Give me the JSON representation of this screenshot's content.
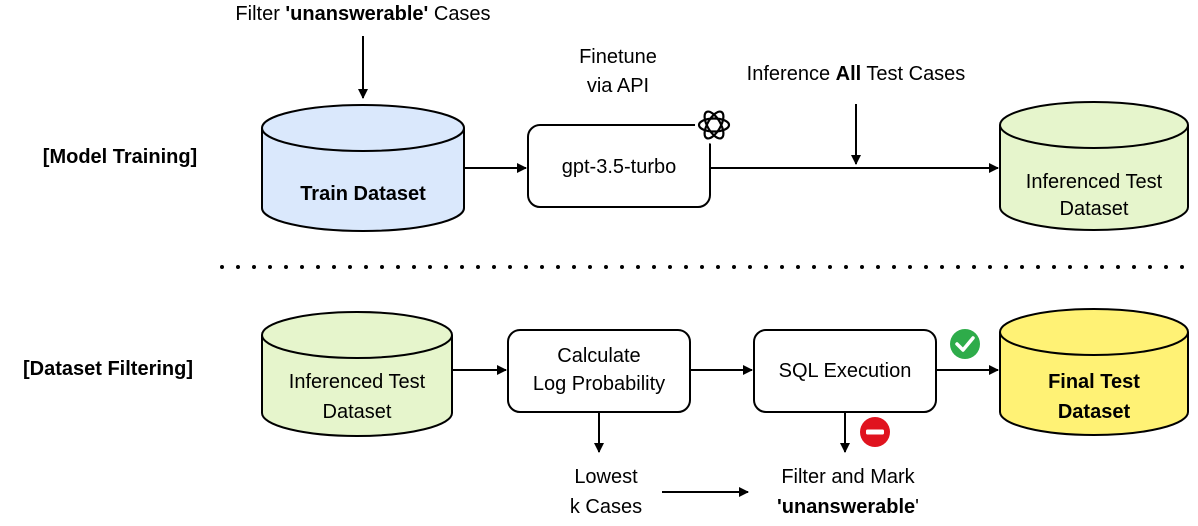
{
  "sections": {
    "training_label": "[Model Training]",
    "filtering_label": "[Dataset Filtering]"
  },
  "training": {
    "top_note": {
      "prefix": "Filter ",
      "bold": "'unanswerable'",
      "suffix": " Cases"
    },
    "train_dataset": "Train Dataset",
    "finetune_line1": "Finetune",
    "finetune_line2": "via API",
    "model": "gpt-3.5-turbo",
    "inference_note": {
      "prefix": "Inference ",
      "bold": "All",
      "suffix": " Test Cases"
    },
    "inferenced_line1": "Inferenced Test",
    "inferenced_line2": "Dataset"
  },
  "filtering": {
    "inferenced_line1": "Inferenced Test",
    "inferenced_line2": "Dataset",
    "calc_line1": "Calculate",
    "calc_line2": "Log Probability",
    "sql": "SQL Execution",
    "final_line1": "Final Test",
    "final_line2": "Dataset",
    "lowest_line1": "Lowest",
    "lowest_line2": "k Cases",
    "mark_line1": "Filter and Mark",
    "mark_line2": {
      "bold": "'unanswerable",
      "suffix": "'"
    }
  },
  "colors": {
    "train_fill": "#dae8fc",
    "inferenced_fill": "#e6f5cc",
    "final_fill": "#fff275",
    "check_green": "#2eac4a",
    "stop_red": "#e0131f"
  },
  "icons": {
    "openai": "openai-logo-icon",
    "success": "check-circle-icon",
    "failure": "minus-circle-icon"
  }
}
